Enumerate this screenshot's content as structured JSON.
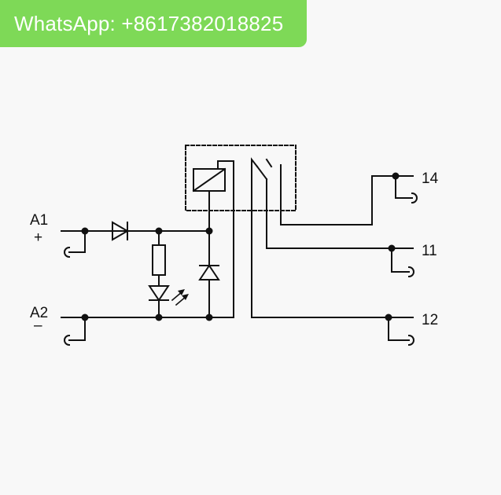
{
  "banner": {
    "text": "WhatsApp: +8617382018825",
    "color": "#7ed957"
  },
  "diagram": {
    "terminal_a1": "A1",
    "terminal_a1_polarity": "+",
    "terminal_a2": "A2",
    "terminal_a2_polarity": "–",
    "terminal_14": "14",
    "terminal_11": "11",
    "terminal_12": "12"
  }
}
